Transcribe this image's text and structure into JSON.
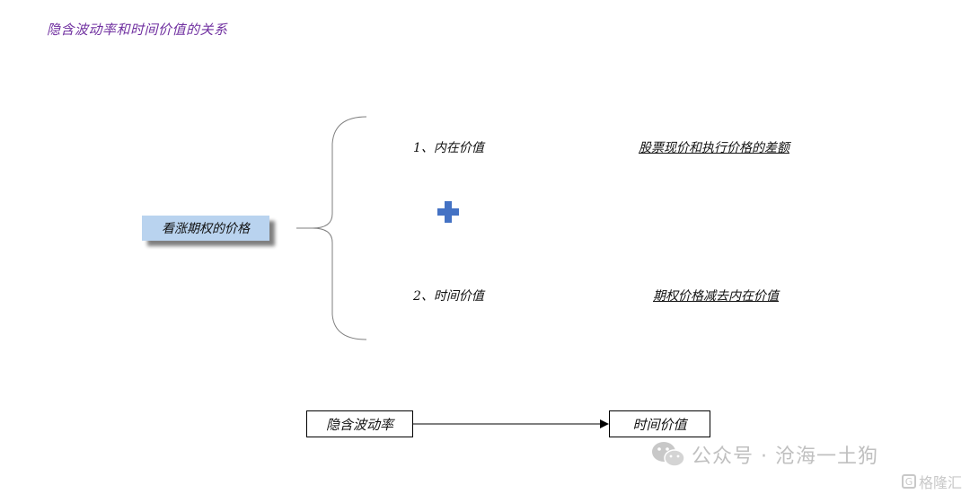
{
  "title": "隐含波动率和时间价值的关系",
  "root": {
    "label": "看涨期权的价格"
  },
  "components": [
    {
      "label": "1、内在价值",
      "description": "股票现价和执行价格的差额"
    },
    {
      "label": "2、时间价值",
      "description": "期权价格减去内在价值"
    }
  ],
  "flow": {
    "source": "隐含波动率",
    "target": "时间价值"
  },
  "watermark": {
    "text": "公众号 · 沧海一土狗",
    "icon": "wechat-icon"
  },
  "corner_logo": {
    "badge": "G",
    "text": "格隆汇"
  },
  "colors": {
    "title": "#7030a0",
    "root_box": "#b9d3ef",
    "plus": "#4472c4"
  }
}
